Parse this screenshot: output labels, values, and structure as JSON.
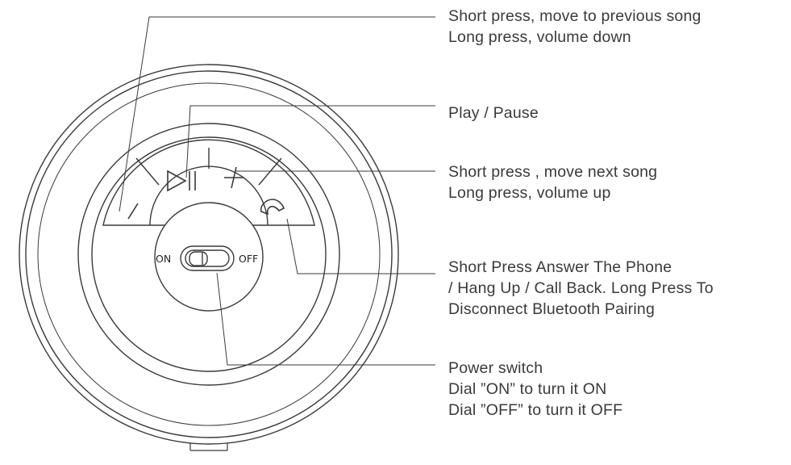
{
  "switch": {
    "on_label": "ON",
    "off_label": "OFF"
  },
  "buttons": {
    "minus_symbol": "−",
    "plus_symbol": "+"
  },
  "callouts": {
    "previous_song": {
      "lines": [
        "Short press, move to previous song",
        "Long press, volume down"
      ]
    },
    "play_pause": {
      "lines": [
        "Play / Pause"
      ]
    },
    "next_song": {
      "lines": [
        "Short press , move next song",
        "Long press, volume up"
      ]
    },
    "phone": {
      "lines": [
        "Short Press Answer The Phone",
        "/ Hang Up / Call Back. Long Press To",
        "Disconnect Bluetooth Pairing"
      ]
    },
    "power": {
      "lines": [
        "Power switch",
        "Dial ”ON” to turn it ON",
        "Dial ”OFF” to turn it OFF"
      ]
    }
  },
  "colors": {
    "line": "#3a3a3a",
    "background": "#ffffff"
  }
}
